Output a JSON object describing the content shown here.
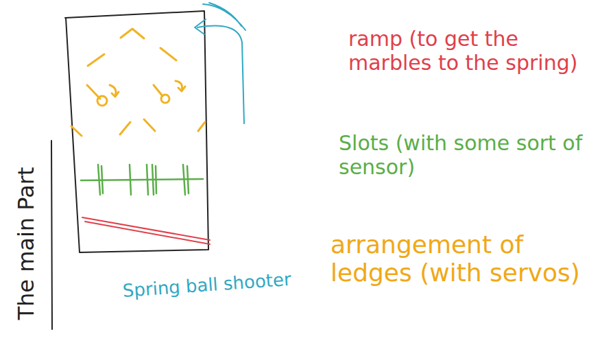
{
  "diagram": {
    "labels": [
      "ramp (to get the marbles to the spring)",
      "Slots (with some sort of sensor)",
      "arrangement of ledges (with servos)",
      "Spring ball shooter",
      "The main Part"
    ]
  }
}
